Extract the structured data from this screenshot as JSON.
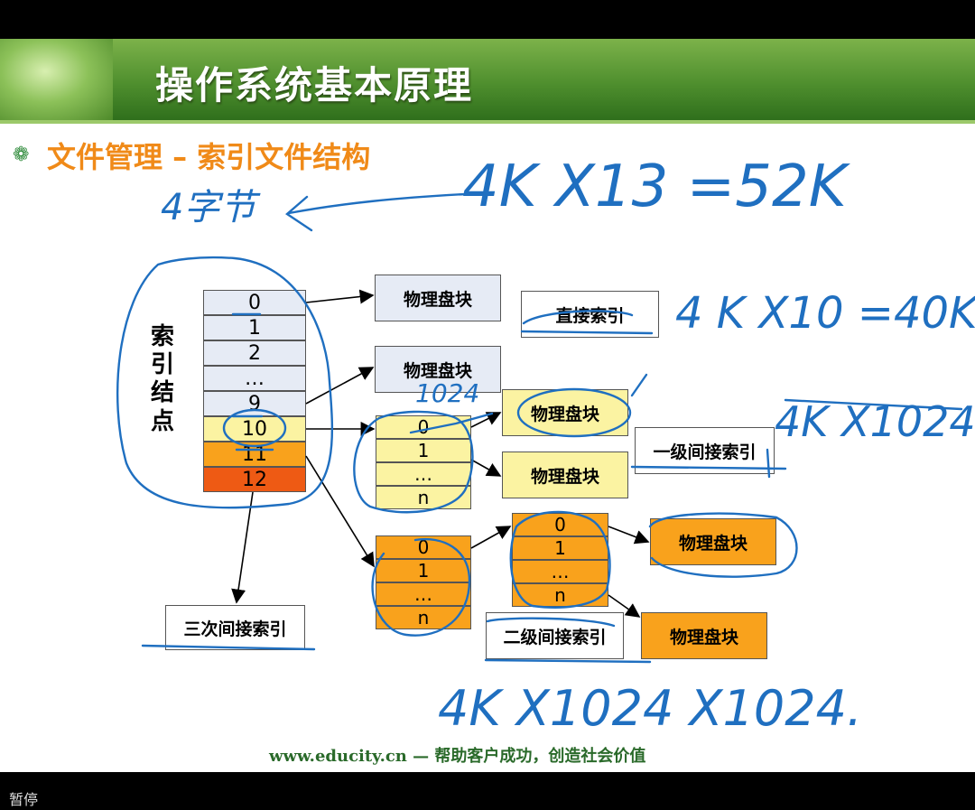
{
  "slide": {
    "title": "操作系统基本原理",
    "subtitle": "文件管理 – 索引文件结构",
    "subtitle_icon": "gear-bullet-icon",
    "node_label": [
      "索",
      "引",
      "结",
      "点"
    ],
    "index_cells": [
      "0",
      "1",
      "2",
      "…",
      "9",
      "10",
      "11",
      "12"
    ],
    "block_label": "物理盘块",
    "direct_label": "直接索引",
    "single_indirect_label": "一级间接索引",
    "double_indirect_label": "二级间接索引",
    "triple_indirect_label": "三次间接索引",
    "sub_cells": [
      "0",
      "1",
      "…",
      "n"
    ],
    "footer": "www.educity.cn — 帮助客户成功，创造社会价值"
  },
  "annotations": {
    "top_formula": "4K X13 =52K",
    "top_left": "4字节",
    "direct_formula": "4 K X10 =40K",
    "single_formula": "4K X1024",
    "double_formula": "4K X1024 X1024.",
    "count_1024": "1024"
  },
  "player": {
    "status": "暂停"
  },
  "colors": {
    "banner": "#4f8f2e",
    "subtitle": "#f08a18",
    "ink": "#1f6fc0",
    "orange": "#f9a21c",
    "yellow": "#fbf3a2",
    "red": "#ee5a14"
  }
}
